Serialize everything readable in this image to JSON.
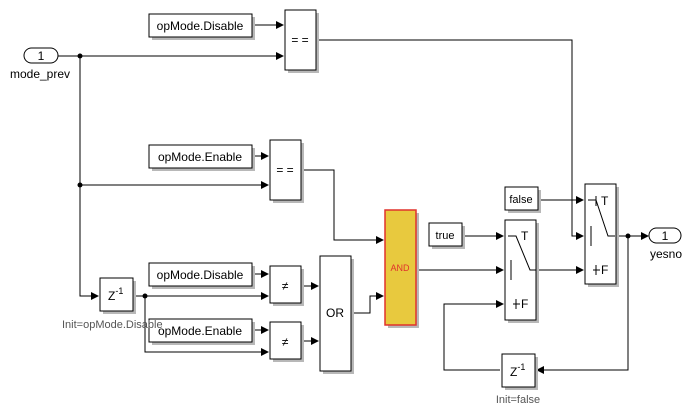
{
  "colors": {
    "and_fill": "#e8c93e",
    "and_stroke": "#e0322c",
    "and_text": "#e0322c"
  },
  "inport": {
    "number": "1",
    "name": "mode_prev"
  },
  "outport": {
    "number": "1",
    "name": "yesno"
  },
  "constants": {
    "disable_top": "opMode.Disable",
    "enable_mid": "opMode.Enable",
    "disable_low": "opMode.Disable",
    "enable_low": "opMode.Enable",
    "false_const": "false",
    "true_const": "true"
  },
  "operators": {
    "eq_top": "= =",
    "eq_mid": "= =",
    "neq_top": "≠",
    "neq_bottom": "≠",
    "or": "OR",
    "and": "AND"
  },
  "delays": {
    "left_symbol": "Z",
    "left_exp": "-1",
    "left_init": "Init=opMode.Disable",
    "bottom_symbol": "Z",
    "bottom_exp": "-1",
    "bottom_init": "Init=false"
  },
  "switches": {
    "true_label": "T",
    "false_label": "F"
  }
}
